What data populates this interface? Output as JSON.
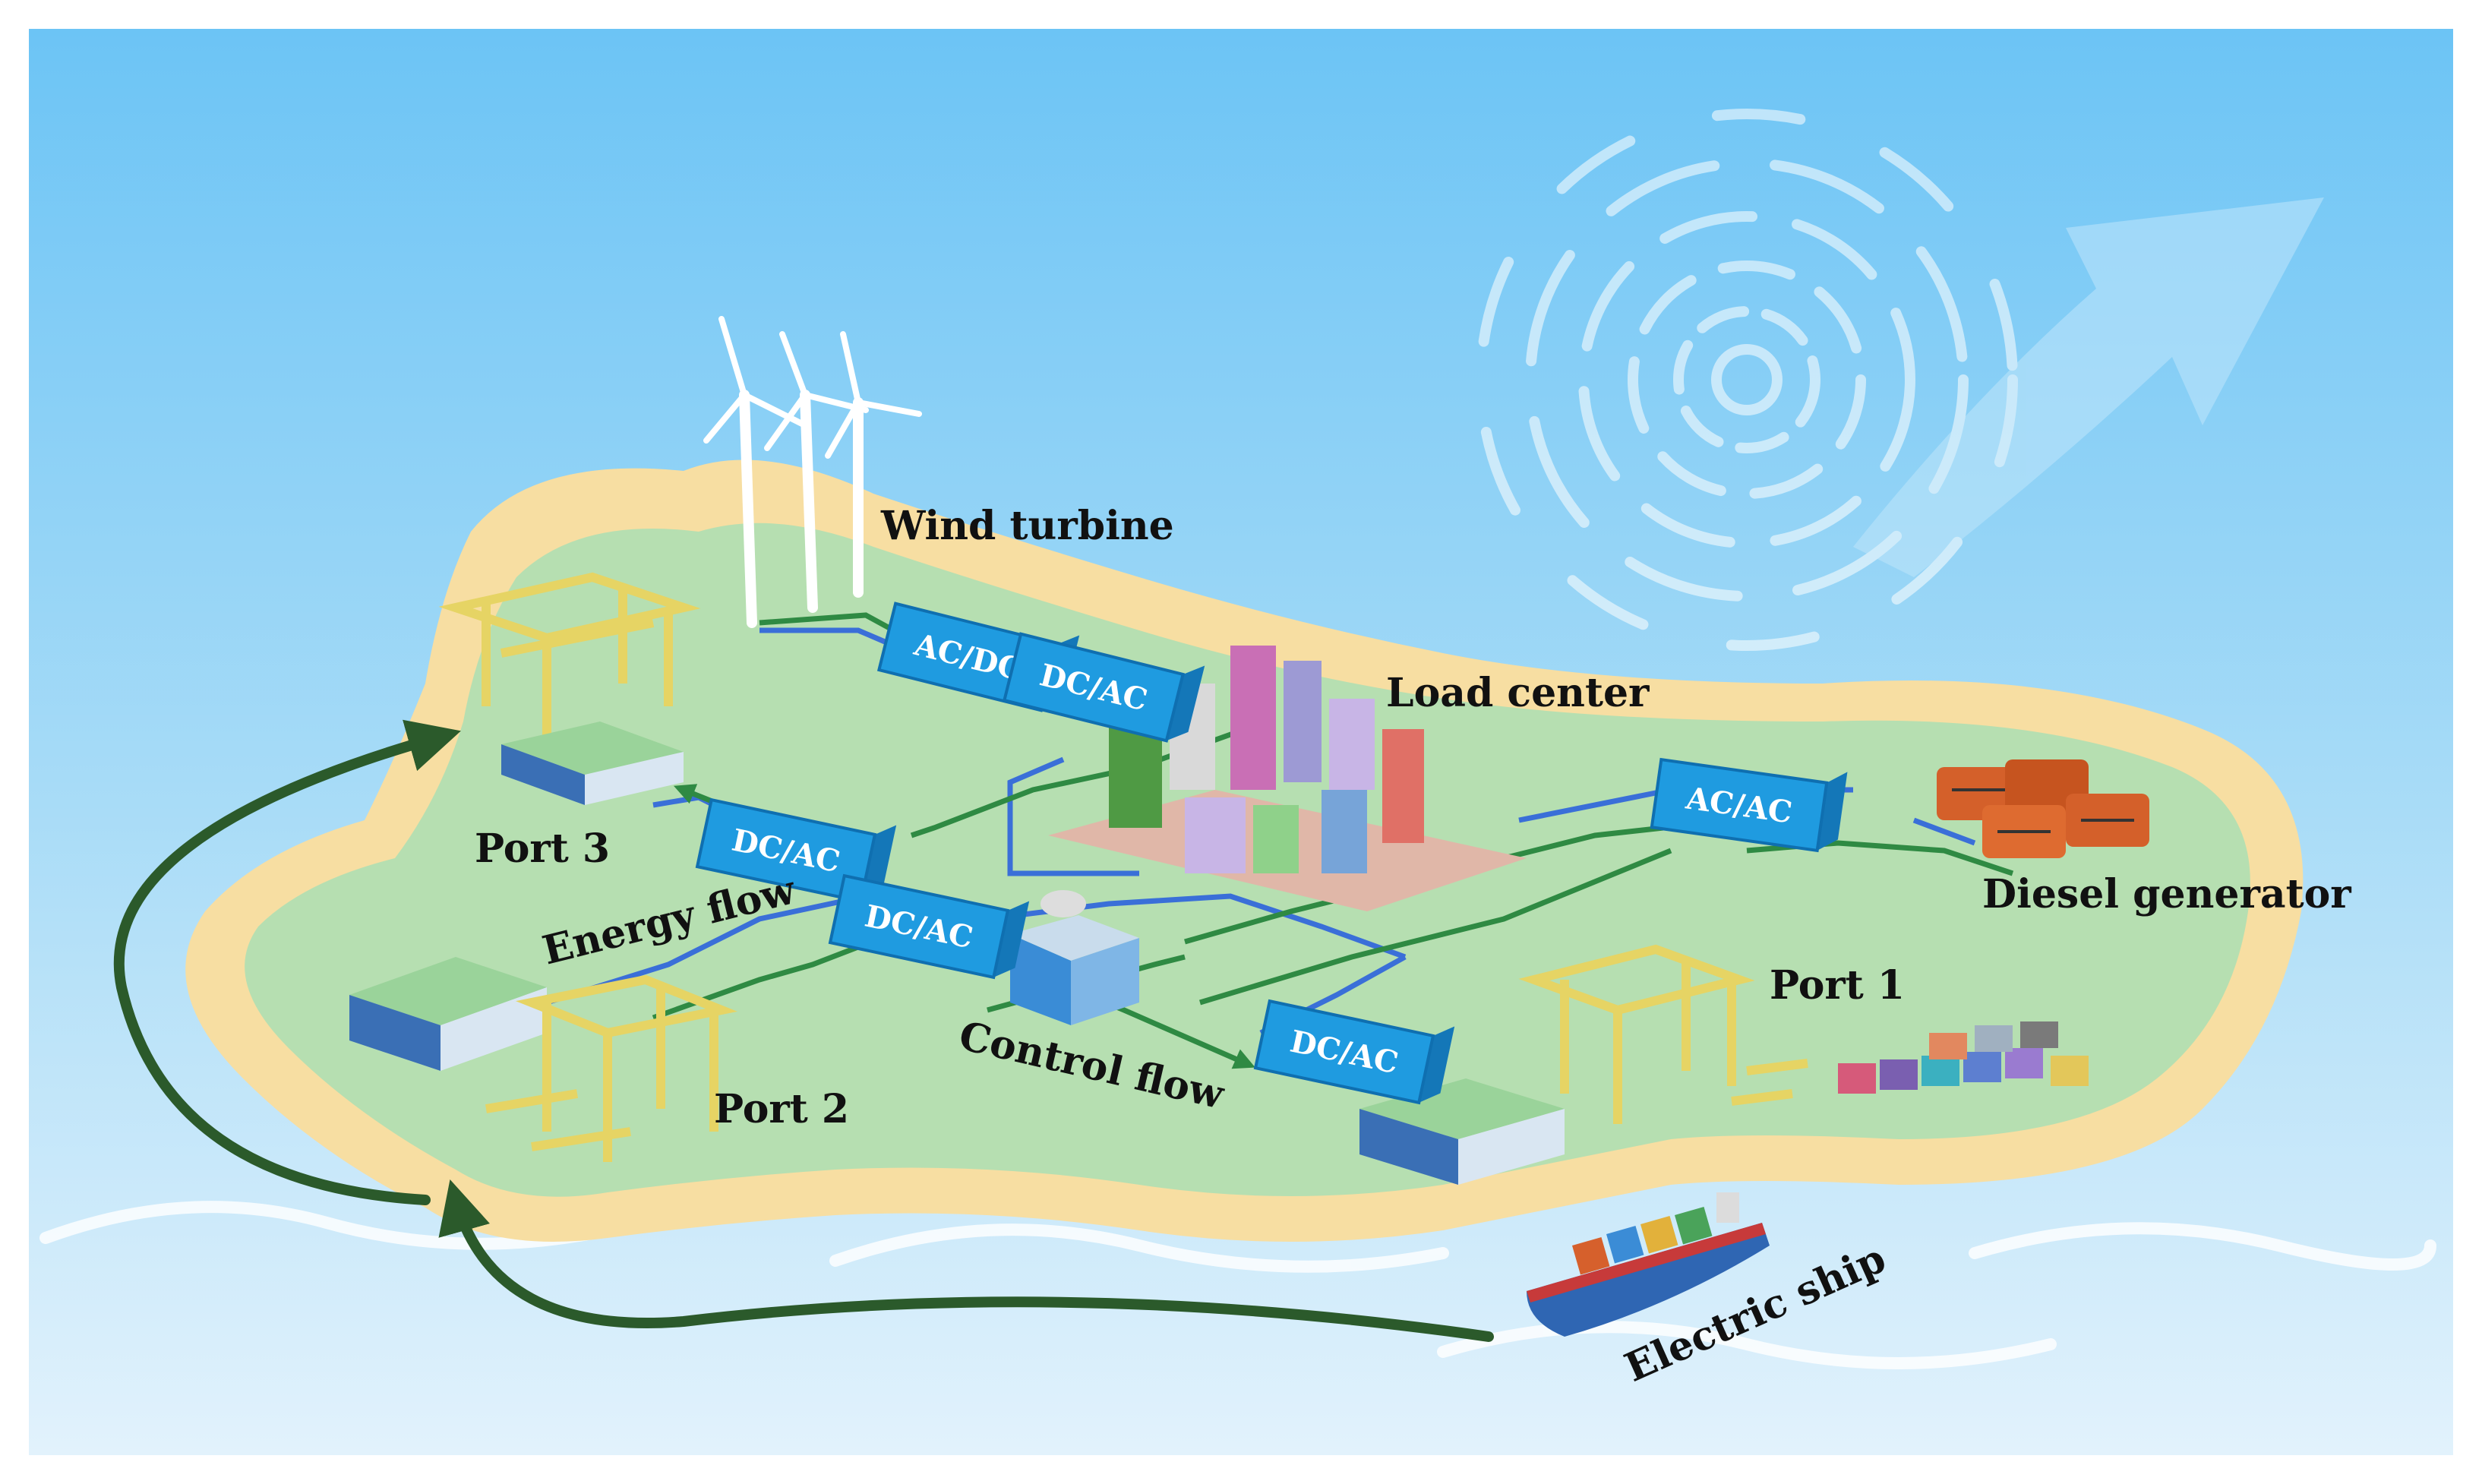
{
  "labels": {
    "wind_turbine": "Wind turbine",
    "load_center": "Load center",
    "port_3": "Port 3",
    "port_2": "Port 2",
    "port_1": "Port 1",
    "diesel_generator": "Diesel generator",
    "energy_flow": "Energy flow",
    "control_flow": "Control flow",
    "electric_ship": "Electric ship"
  },
  "converters": {
    "ac_dc_wind": "AC/DC",
    "dc_ac_wind": "DC/AC",
    "dc_ac_port3": "DC/AC",
    "dc_ac_port2": "DC/AC",
    "dc_ac_port1": "DC/AC",
    "ac_ac_diesel": "AC/AC"
  },
  "colors": {
    "sky_top": "#6cc4f5",
    "sky_bottom": "#e2f2fc",
    "sand": "#f7dea2",
    "grass": "#b6dfb1",
    "energy_line": "#3a6fd8",
    "control_line": "#2f8a43",
    "converter_fill": "#1f9be0",
    "ship_arrow": "#2b5a2b",
    "crane": "#e6d464"
  },
  "icons": {
    "wind_turbine": "wind-turbine-icon",
    "city": "city-buildings-icon",
    "crane": "port-crane-icon",
    "warehouse": "warehouse-icon",
    "diesel": "diesel-generator-icon",
    "ship": "container-ship-icon",
    "control": "control-center-icon",
    "cyclone": "wind-swirl-icon"
  }
}
